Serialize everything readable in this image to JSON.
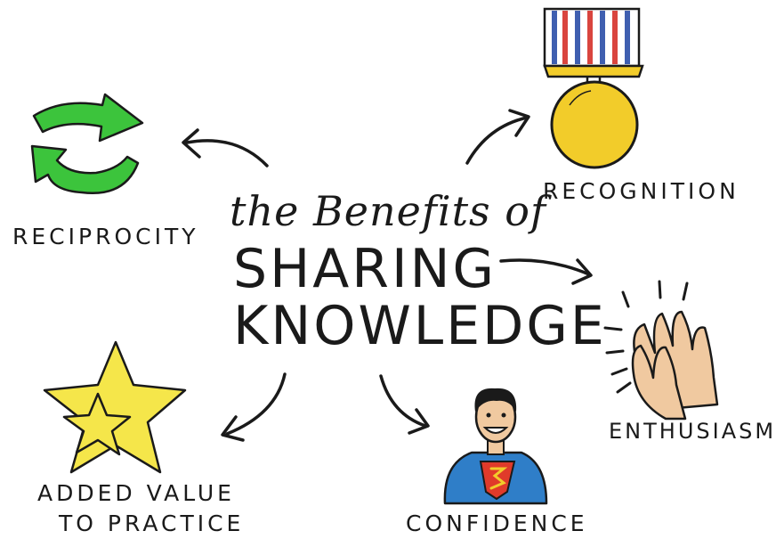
{
  "title": {
    "line1": "the Benefits of",
    "line2": "SHARING",
    "line3": "KNOWLEDGE"
  },
  "benefits": {
    "reciprocity": {
      "label": "RECIPROCITY",
      "icon": "recycle-arrows-icon"
    },
    "recognition": {
      "label": "RECOGNITION",
      "icon": "medal-icon"
    },
    "enthusiasm": {
      "label": "ENTHUSIASM",
      "icon": "clapping-hands-icon"
    },
    "confidence": {
      "label": "CONFIDENCE",
      "icon": "superhero-icon"
    },
    "added_value": {
      "label_line1": "ADDED VALUE",
      "label_line2": "TO PRACTICE",
      "icon": "stars-icon"
    }
  },
  "colors": {
    "ink": "#1a1a1a",
    "green": "#3cc43c",
    "gold": "#f2cc2a",
    "star": "#f5e64a",
    "skin": "#f0c9a0",
    "hero_blue": "#2f7ec8",
    "hero_red": "#e03a2a",
    "ribbon_red": "#d9453f",
    "ribbon_blue": "#3f5fb0"
  }
}
